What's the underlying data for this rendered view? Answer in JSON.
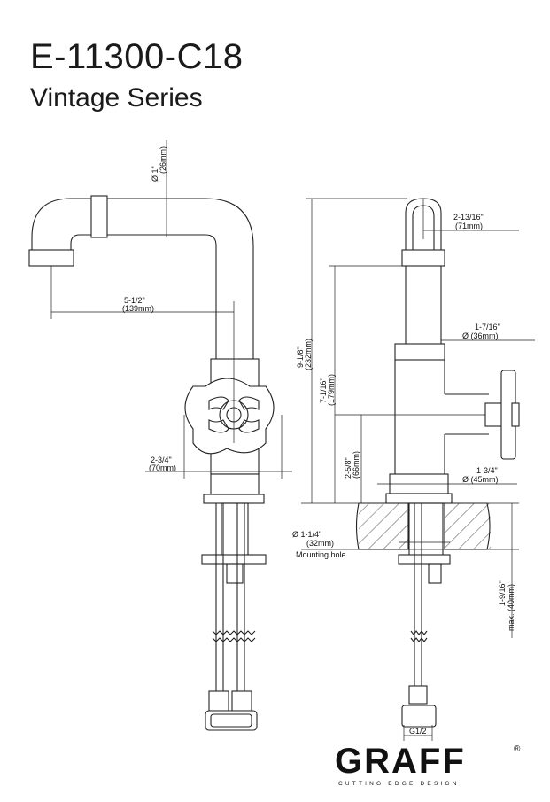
{
  "header": {
    "model": "E-11300-C18",
    "series": "Vintage Series"
  },
  "dimensions": {
    "front": {
      "pipe_diameter": [
        "Ø 1\"",
        "(26mm)"
      ],
      "spout_reach": [
        "5-1/2\"",
        "(139mm)"
      ],
      "base_width": [
        "2-3/4\"",
        "(70mm)"
      ]
    },
    "side": {
      "total_height": [
        "9-1/8\"",
        "(232mm)"
      ],
      "spout_height": [
        "7-1/16\"",
        "(179mm)"
      ],
      "handle_height": [
        "2-5/8\"",
        "(66mm)"
      ],
      "spout_width": [
        "2-13/16\"",
        "(71mm)"
      ],
      "body_diameter": [
        "1-7/16\"",
        "Ø (36mm)"
      ],
      "base_diameter": [
        "1-3/4\"",
        "Ø (45mm)"
      ],
      "hole_diameter": [
        "Ø 1-1/4\"",
        "(32mm)"
      ],
      "hole_label": "Mounting hole",
      "deck_thickness": [
        "1-9/16\"",
        "max. (40mm)"
      ],
      "connection": "G1/2"
    }
  },
  "brand": {
    "name": "GRAFF",
    "registered": "®",
    "tagline": "CUTTING EDGE DESIGN"
  }
}
